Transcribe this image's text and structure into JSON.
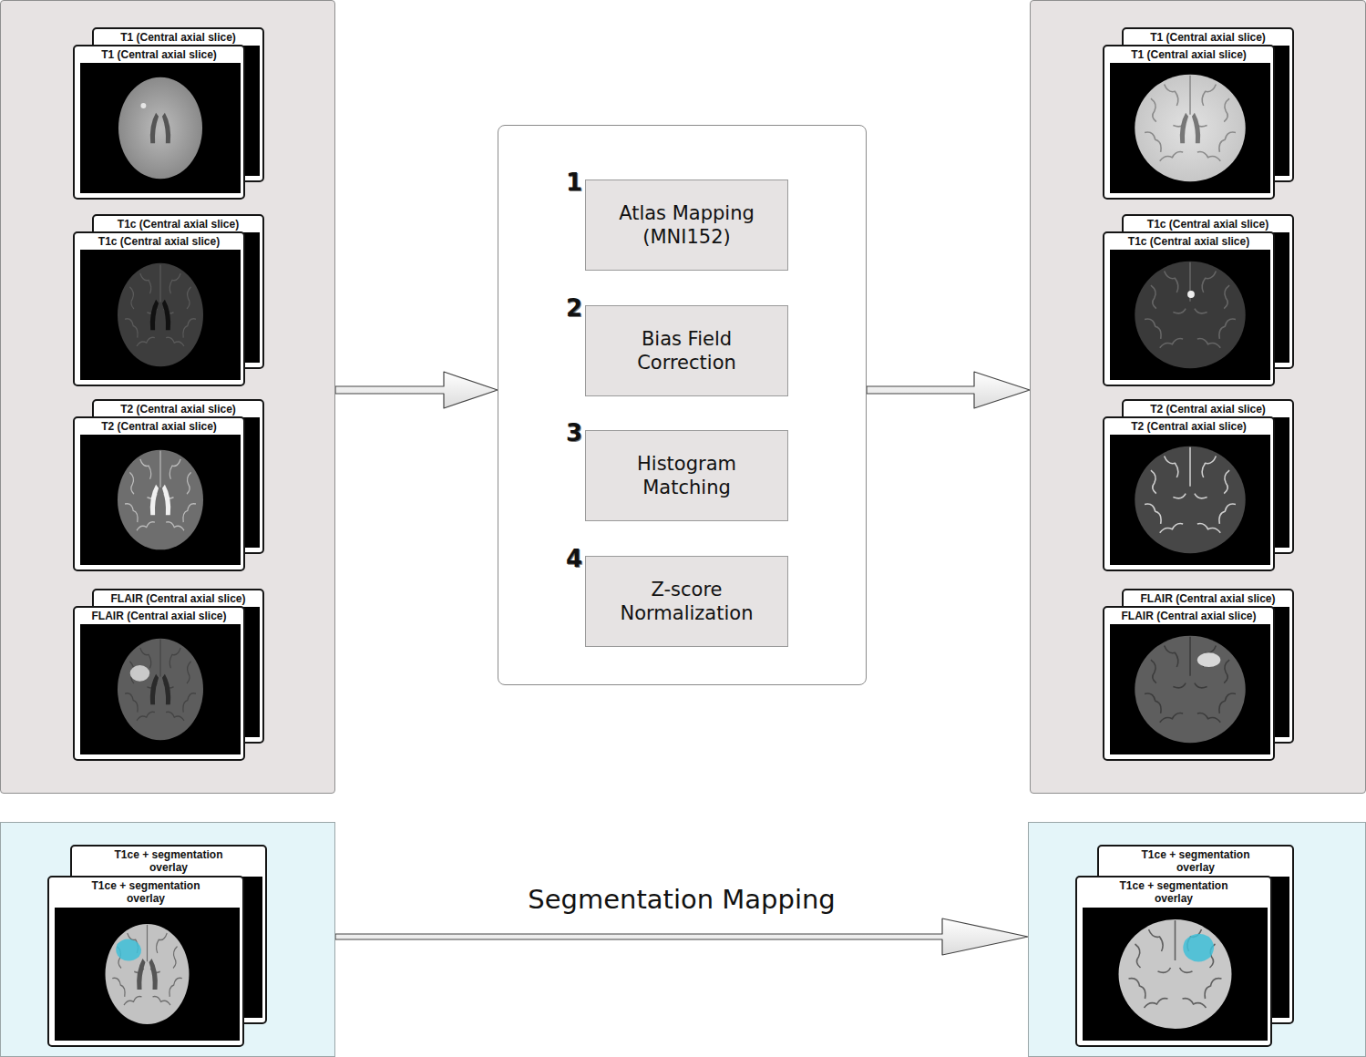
{
  "diagram": {
    "nodes": [
      {
        "text": []
      },
      {
        "text": [
          "T1 (Central axial slice)"
        ],
        "in": 0
      },
      {
        "text": [
          "T1 (Central axial slice)"
        ],
        "in": 0
      },
      {
        "text": [
          "T1c (Central axial slice)"
        ],
        "in": 0
      },
      {
        "text": [
          "T1c (Central axial slice)"
        ],
        "in": 0
      },
      {
        "text": [
          "T2 (Central axial slice)"
        ],
        "in": 0
      },
      {
        "text": [
          "T2 (Central axial slice)"
        ],
        "in": 0
      },
      {
        "text": [
          "FLAIR (Central axial slice)"
        ],
        "in": 0
      },
      {
        "text": [
          "FLAIR (Central axial slice)"
        ],
        "in": 0
      },
      {
        "text": []
      },
      {
        "text": [
          "1",
          "Atlas Mapping (MNI152)"
        ],
        "in": 9
      },
      {
        "text": [
          "2",
          "Bias Field Correction"
        ],
        "in": 9
      },
      {
        "text": [
          "3",
          "Histogram Matching"
        ],
        "in": 9
      },
      {
        "text": [
          "4",
          "Z-score Normalization"
        ],
        "in": 9
      },
      {
        "text": []
      },
      {
        "text": [
          "T1 (Central axial slice)"
        ],
        "in": 14
      },
      {
        "text": [
          "T1 (Central axial slice)"
        ],
        "in": 14
      },
      {
        "text": [
          "T1c (Central axial slice)"
        ],
        "in": 14
      },
      {
        "text": [
          "T1c (Central axial slice)"
        ],
        "in": 14
      },
      {
        "text": [
          "T2 (Central axial slice)"
        ],
        "in": 14
      },
      {
        "text": [
          "T2 (Central axial slice)"
        ],
        "in": 14
      },
      {
        "text": [
          "FLAIR (Central axial slice)"
        ],
        "in": 14
      },
      {
        "text": [
          "FLAIR (Central axial slice)"
        ],
        "in": 14
      },
      {
        "text": []
      },
      {
        "text": [
          "T1ce + segmentation overlay"
        ],
        "in": 23
      },
      {
        "text": [
          "T1ce + segmentation overlay"
        ],
        "in": 23
      },
      {
        "text": []
      },
      {
        "text": [
          "T1ce + segmentation overlay"
        ],
        "in": 26
      },
      {
        "text": [
          "T1ce + segmentation overlay"
        ],
        "in": 26
      }
    ],
    "edges": [
      {
        "from": 0,
        "to": 9,
        "arrow": "to"
      },
      {
        "from": 9,
        "to": 14,
        "arrow": "to"
      },
      {
        "from": 23,
        "to": 26,
        "label": "Segmentation Mapping",
        "arrow": "to"
      }
    ]
  }
}
